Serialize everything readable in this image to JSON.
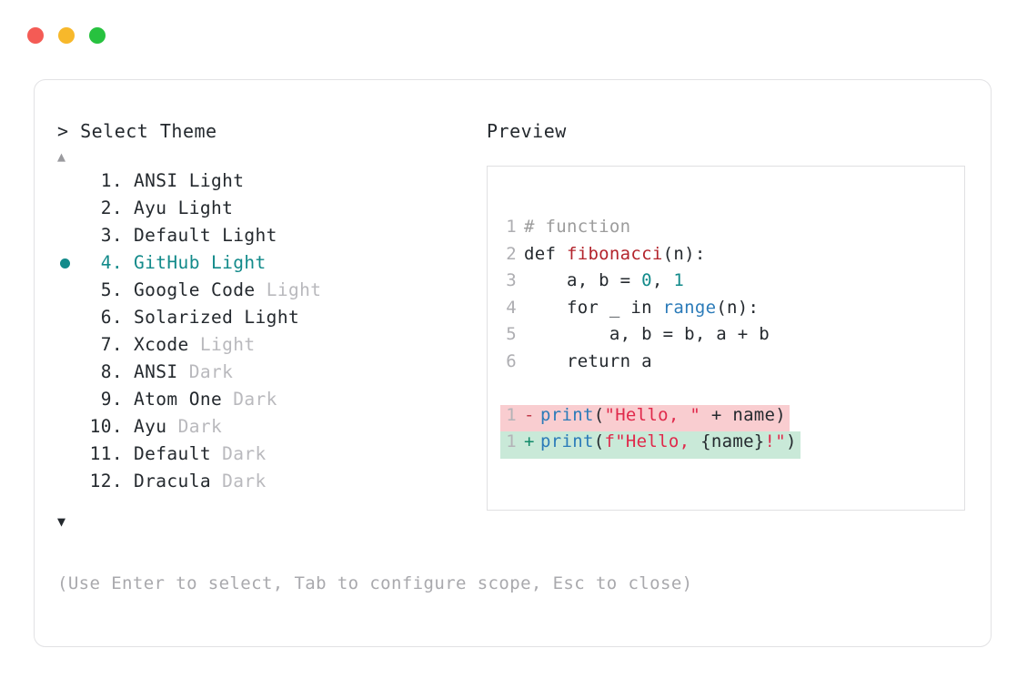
{
  "window": {
    "dots": [
      {
        "name": "close",
        "color": "#f45b55"
      },
      {
        "name": "minimize",
        "color": "#f7b82b"
      },
      {
        "name": "maximize",
        "color": "#27c23f"
      }
    ]
  },
  "left_panel": {
    "prompt": "> Select Theme",
    "scroll_up_icon": "▲",
    "scroll_down_icon": "▼",
    "selected_index": 4,
    "selected_bullet": "●",
    "accent_color": "#128a8a",
    "items": [
      {
        "number": " 1.",
        "name": "ANSI",
        "variant": "Light",
        "variant_dim": false,
        "selected": false,
        "bullet": ""
      },
      {
        "number": " 2.",
        "name": "Ayu",
        "variant": "Light",
        "variant_dim": false,
        "selected": false,
        "bullet": ""
      },
      {
        "number": " 3.",
        "name": "Default",
        "variant": "Light",
        "variant_dim": false,
        "selected": false,
        "bullet": ""
      },
      {
        "number": " 4.",
        "name": "GitHub",
        "variant": "Light",
        "variant_dim": false,
        "selected": true,
        "bullet": "●"
      },
      {
        "number": " 5.",
        "name": "Google Code",
        "variant": "Light",
        "variant_dim": true,
        "selected": false,
        "bullet": ""
      },
      {
        "number": " 6.",
        "name": "Solarized",
        "variant": "Light",
        "variant_dim": false,
        "selected": false,
        "bullet": ""
      },
      {
        "number": " 7.",
        "name": "Xcode",
        "variant": "Light",
        "variant_dim": true,
        "selected": false,
        "bullet": ""
      },
      {
        "number": " 8.",
        "name": "ANSI",
        "variant": "Dark",
        "variant_dim": true,
        "selected": false,
        "bullet": ""
      },
      {
        "number": " 9.",
        "name": "Atom One",
        "variant": "Dark",
        "variant_dim": true,
        "selected": false,
        "bullet": ""
      },
      {
        "number": "10.",
        "name": "Ayu",
        "variant": "Dark",
        "variant_dim": true,
        "selected": false,
        "bullet": ""
      },
      {
        "number": "11.",
        "name": "Default",
        "variant": "Dark",
        "variant_dim": true,
        "selected": false,
        "bullet": ""
      },
      {
        "number": "12.",
        "name": "Dracula",
        "variant": "Dark",
        "variant_dim": true,
        "selected": false,
        "bullet": ""
      }
    ]
  },
  "right_panel": {
    "title": "Preview",
    "code_lines": [
      {
        "number": "1",
        "tokens": [
          {
            "t": "# function",
            "c": "comment"
          }
        ]
      },
      {
        "number": "2",
        "tokens": [
          {
            "t": "def ",
            "c": ""
          },
          {
            "t": "fibonacci",
            "c": "func"
          },
          {
            "t": "(n):",
            "c": ""
          }
        ]
      },
      {
        "number": "3",
        "tokens": [
          {
            "t": "    a, b = ",
            "c": ""
          },
          {
            "t": "0",
            "c": "num"
          },
          {
            "t": ", ",
            "c": ""
          },
          {
            "t": "1",
            "c": "num"
          }
        ]
      },
      {
        "number": "4",
        "tokens": [
          {
            "t": "    for _ in ",
            "c": ""
          },
          {
            "t": "range",
            "c": "builtin"
          },
          {
            "t": "(n):",
            "c": ""
          }
        ]
      },
      {
        "number": "5",
        "tokens": [
          {
            "t": "        a, b = b, a + b",
            "c": ""
          }
        ]
      },
      {
        "number": "6",
        "tokens": [
          {
            "t": "    return a",
            "c": ""
          }
        ]
      }
    ],
    "diff_lines": [
      {
        "number": "1",
        "marker": "-",
        "kind": "removed",
        "tokens": [
          {
            "t": "print",
            "c": "call"
          },
          {
            "t": "(",
            "c": ""
          },
          {
            "t": "\"Hello, \"",
            "c": "string"
          },
          {
            "t": " + name)",
            "c": ""
          }
        ]
      },
      {
        "number": "1",
        "marker": "+",
        "kind": "added",
        "tokens": [
          {
            "t": "print",
            "c": "call"
          },
          {
            "t": "(",
            "c": ""
          },
          {
            "t": "f\"Hello, ",
            "c": "string"
          },
          {
            "t": "{name}",
            "c": ""
          },
          {
            "t": "!\"",
            "c": "string"
          },
          {
            "t": ")",
            "c": ""
          }
        ]
      }
    ]
  },
  "footer": {
    "hint": "(Use Enter to select, Tab to configure scope, Esc to close)"
  }
}
